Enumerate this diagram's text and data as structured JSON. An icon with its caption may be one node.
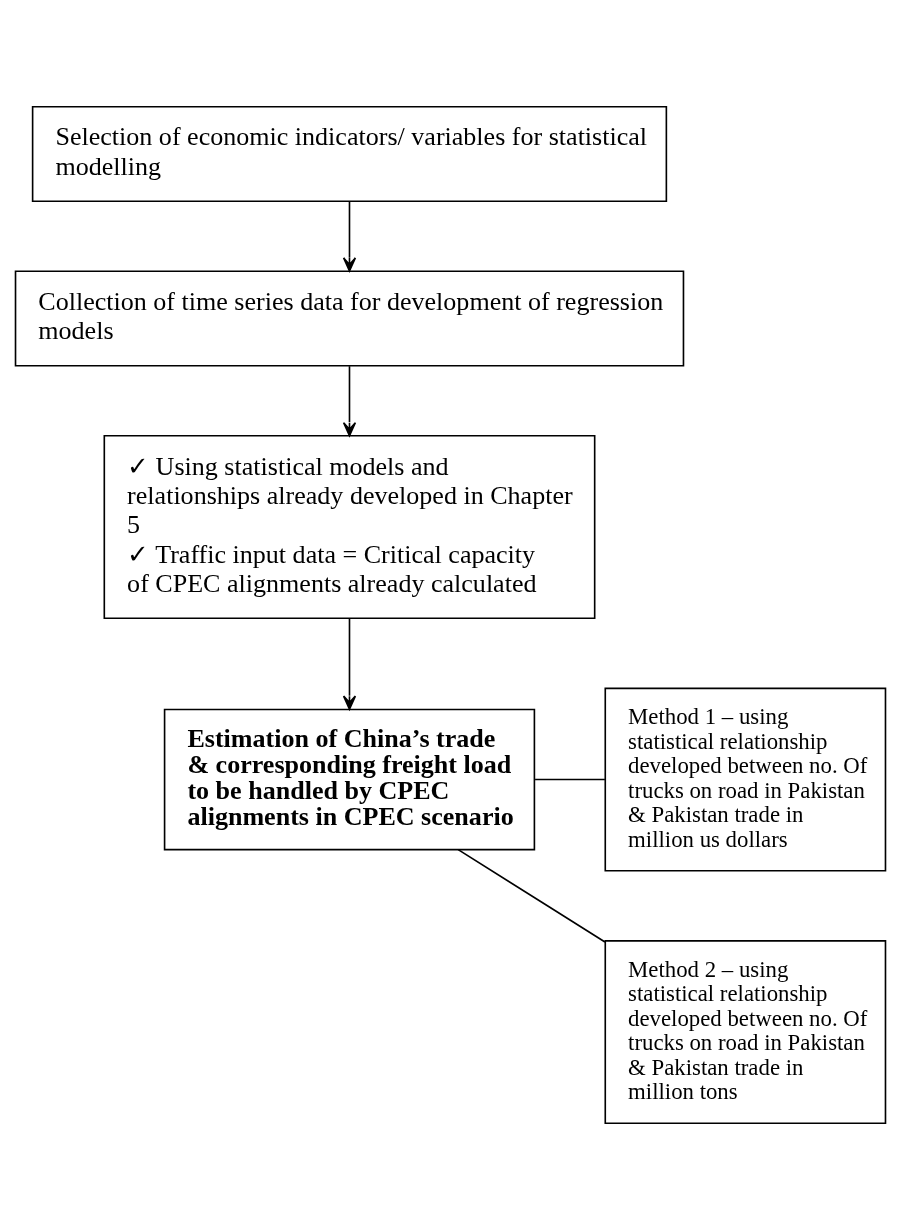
{
  "diagram": {
    "nodes": [
      {
        "text": [
          "Selection of economic indicators/ variables for statistical modelling"
        ]
      },
      {
        "text": [
          "Collection of time series data for development of regression models"
        ]
      },
      {
        "text": [
          "✓ Using statistical models and relationships already developed in Chapter 5",
          "✓ Traffic input data = Critical capacity of CPEC alignments already calculated"
        ]
      },
      {
        "text": [
          "Estimation of China’s trade & corresponding freight load to be handled by CPEC alignments in CPEC scenario"
        ]
      },
      {
        "text": [
          "Method 1 – using statistical relationship developed between no. Of trucks on road in Pakistan & Pakistan trade in million us dollars"
        ]
      },
      {
        "text": [
          "Method 2 – using statistical relationship developed between no. Of trucks on road in Pakistan & Pakistan trade in million tons"
        ]
      }
    ],
    "edges": [
      {
        "from": 0,
        "to": 1,
        "arrow": "to"
      },
      {
        "from": 1,
        "to": 2,
        "arrow": "to"
      },
      {
        "from": 2,
        "to": 3,
        "arrow": "to"
      },
      {
        "from": 3,
        "to": 4,
        "arrow": "none"
      },
      {
        "from": 3,
        "to": 5,
        "arrow": "none"
      }
    ]
  }
}
